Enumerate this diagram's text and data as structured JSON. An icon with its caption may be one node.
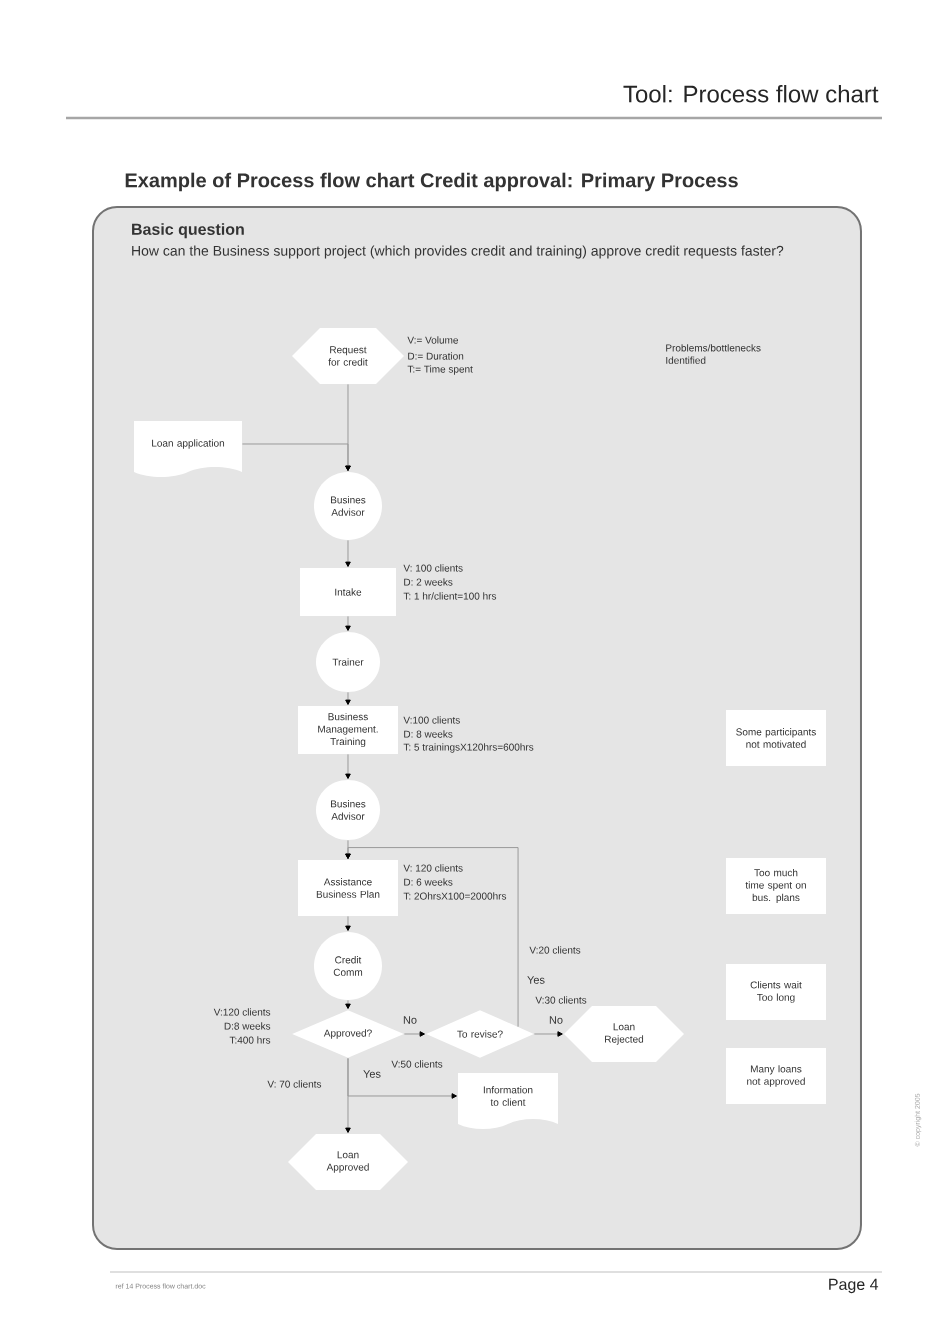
{
  "diagram": {
    "title": "Example of Process flow chart Credit approval: Primary Process",
    "nodes": [
      {
        "text": [
          "Basic question",
          "How can the Business support project (which provides credit and training) approve credit requests faster?"
        ]
      },
      {
        "text": [
          "Request for credit"
        ],
        "in": 0
      },
      {
        "text": [
          "Loan application"
        ],
        "in": 0
      },
      {
        "text": [
          "Busines Advisor"
        ],
        "in": 0
      },
      {
        "text": [
          "Intake"
        ],
        "in": 0,
        "beside": [
          "V: 100 clients",
          "D: 2 weeks",
          "T: 1 hr/client=100 hrs"
        ]
      },
      {
        "text": [
          "Trainer"
        ],
        "in": 0
      },
      {
        "text": [
          "Business Management. Training"
        ],
        "in": 0,
        "beside": [
          "V:100 clients",
          "D: 8 weeks",
          "T: 5 trainingsX120hrs=600hrs"
        ]
      },
      {
        "text": [
          "Busines Advisor"
        ],
        "in": 0
      },
      {
        "text": [
          "Assistance Business Plan"
        ],
        "in": 0,
        "beside": [
          "V: 120 clients",
          "D: 6 weeks",
          "T: 2OhrsX100=2000hrs"
        ]
      },
      {
        "text": [
          "Credit Comm"
        ],
        "in": 0
      },
      {
        "text": [
          "Approved?"
        ],
        "in": 0,
        "beside": [
          "V:120 clients",
          "D:8 weeks",
          "T:400 hrs"
        ]
      },
      {
        "text": [
          "To revise?"
        ],
        "in": 0
      },
      {
        "text": [
          "Loan Rejected"
        ],
        "in": 0
      },
      {
        "text": [
          "Information to client"
        ],
        "in": 0
      },
      {
        "text": [
          "Loan Approved"
        ],
        "in": 0
      },
      {
        "text": [
          "Some participants not motivated"
        ],
        "in": 0
      },
      {
        "text": [
          "Too much time spent on bus. plans"
        ],
        "in": 0
      },
      {
        "text": [
          "Clients wait Too long"
        ],
        "in": 0
      },
      {
        "text": [
          "Many loans not approved"
        ],
        "in": 0
      }
    ],
    "edges": [
      {
        "from": 1,
        "to": 3,
        "arrow": "to"
      },
      {
        "from": 2,
        "to": 3,
        "arrow": "to"
      },
      {
        "from": 3,
        "to": 4,
        "arrow": "to"
      },
      {
        "from": 4,
        "to": 5,
        "arrow": "to"
      },
      {
        "from": 5,
        "to": 6,
        "arrow": "to"
      },
      {
        "from": 6,
        "to": 7,
        "arrow": "to"
      },
      {
        "from": 7,
        "to": 8,
        "arrow": "to"
      },
      {
        "from": 8,
        "to": 9,
        "arrow": "to"
      },
      {
        "from": 9,
        "to": 10,
        "arrow": "to"
      },
      {
        "from": 10,
        "to": 11,
        "arrow": "to",
        "label": "No"
      },
      {
        "from": 11,
        "to": 12,
        "arrow": "to",
        "label": "No"
      },
      {
        "from": 11,
        "to": 8,
        "arrow": "to",
        "label": "Yes"
      },
      {
        "from": 10,
        "to": 14,
        "arrow": "to",
        "label": "Yes"
      },
      {
        "from": 10,
        "to": 13,
        "arrow": "to"
      }
    ],
    "labels": [
      "Tool: Process flow chart",
      "V:= Volume",
      "D:= Duration",
      "T:= Time spent",
      "Problems/bottlenecks Identified",
      "V:20 clients",
      "V:30 clients",
      "V:50 clients",
      "V: 70 clients",
      "ref 14 Process flow chart.doc",
      "Page 4",
      "© copyright 2005"
    ]
  }
}
